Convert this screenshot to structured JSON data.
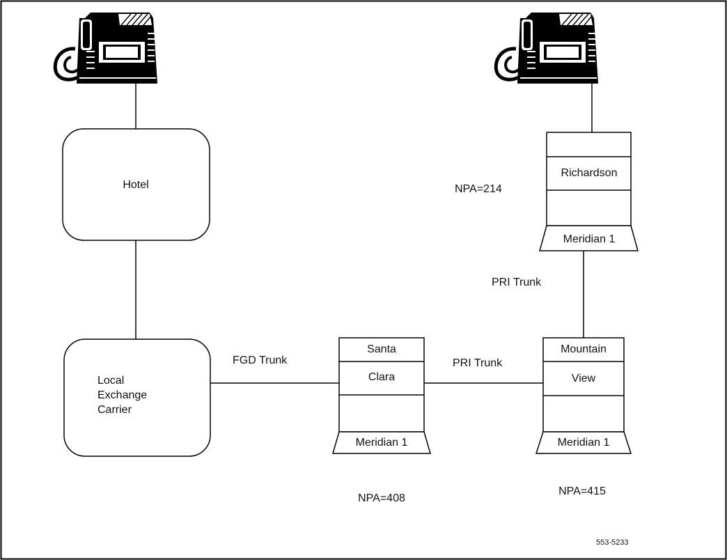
{
  "figure_id": "553-5233",
  "nodes": {
    "hotel": "Hotel",
    "local_exchange_carrier": [
      "Local",
      "Exchange",
      "Carrier"
    ],
    "santa_clara": {
      "line1": "Santa",
      "line2": "Clara",
      "base": "Meridian 1",
      "npa": "NPA=408"
    },
    "mountain_view": {
      "line1": "Mountain",
      "line2": "View",
      "base": "Meridian 1",
      "npa": "NPA=415"
    },
    "richardson": {
      "name": "Richardson",
      "base": "Meridian 1",
      "npa": "NPA=214"
    }
  },
  "links": {
    "fgd_trunk": "FGD Trunk",
    "pri_trunk_horizontal": "PRI Trunk",
    "pri_trunk_vertical": "PRI Trunk"
  },
  "icons": [
    "telephone-icon",
    "telephone-icon"
  ]
}
